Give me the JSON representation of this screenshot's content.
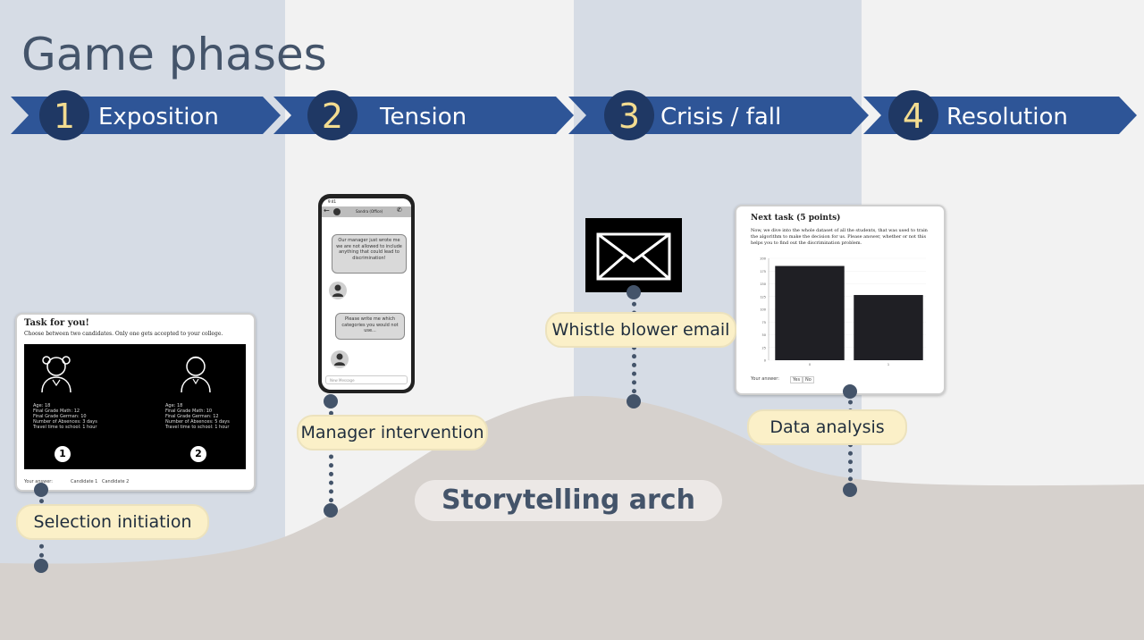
{
  "title": "Game phases",
  "phases": [
    {
      "num": "1",
      "label": "Exposition"
    },
    {
      "num": "2",
      "label": "Tension"
    },
    {
      "num": "3",
      "label": "Crisis / fall"
    },
    {
      "num": "4",
      "label": "Resolution"
    }
  ],
  "milestones": [
    {
      "label": "Selection initiation"
    },
    {
      "label": "Manager intervention"
    },
    {
      "label": "Whistle blower email"
    },
    {
      "label": "Data analysis"
    }
  ],
  "arch_label": "Storytelling arch",
  "task_card": {
    "title": "Task for you!",
    "subtitle": "Choose between two candidates. Only one gets accepted to your college.",
    "candidate1": [
      "Age: 18",
      "Final Grade Math: 12",
      "Final Grade German: 10",
      "Number of Absences: 3 days",
      "Travel time to school: 1 hour"
    ],
    "candidate2": [
      "Age: 18",
      "Final Grade Math: 10",
      "Final Grade German: 12",
      "Number of Absences: 5 days",
      "Travel time to school: 1 hour"
    ],
    "badge1": "1",
    "badge2": "2",
    "answer_label": "Your answer:",
    "option1": "Candidate 1",
    "option2": "Candidate 2"
  },
  "phone": {
    "time": "9:41",
    "contact": "Sandra (Office)",
    "message1": "Our manager just wrote me we are not allowed to include anything that could lead to discrimination!",
    "message2": "Please write me which categories you would not use...",
    "input_placeholder": "New Message"
  },
  "data_card": {
    "title": "Next task (5 points)",
    "text": "Now, we dive into the whole dataset of all the students, that was used to train the algorithm to make the decision for us. Please answer, whether or not this helps you to find out the discrimination problem.",
    "answer_label": "Your answer:",
    "option1": "Yes",
    "option2": "No",
    "chart_data": {
      "type": "bar",
      "categories": [
        "0",
        "1"
      ],
      "values": [
        185,
        128
      ],
      "ylim": [
        0,
        200
      ],
      "yticks": [
        "0",
        "25",
        "50",
        "75",
        "100",
        "125",
        "150",
        "175",
        "200"
      ],
      "bar_color": "#1f1f24"
    }
  },
  "colors": {
    "chevron": "#2e5597",
    "circle": "#1f3864",
    "number": "#f3dc90",
    "title": "#44546a",
    "column_shade": "#d6dce5",
    "hill": "#d6d1cd",
    "pill": "#fbf0c8"
  },
  "icons": {
    "envelope": "envelope-icon",
    "girl": "girl-avatar-icon",
    "boy": "boy-avatar-icon",
    "user": "user-icon"
  }
}
